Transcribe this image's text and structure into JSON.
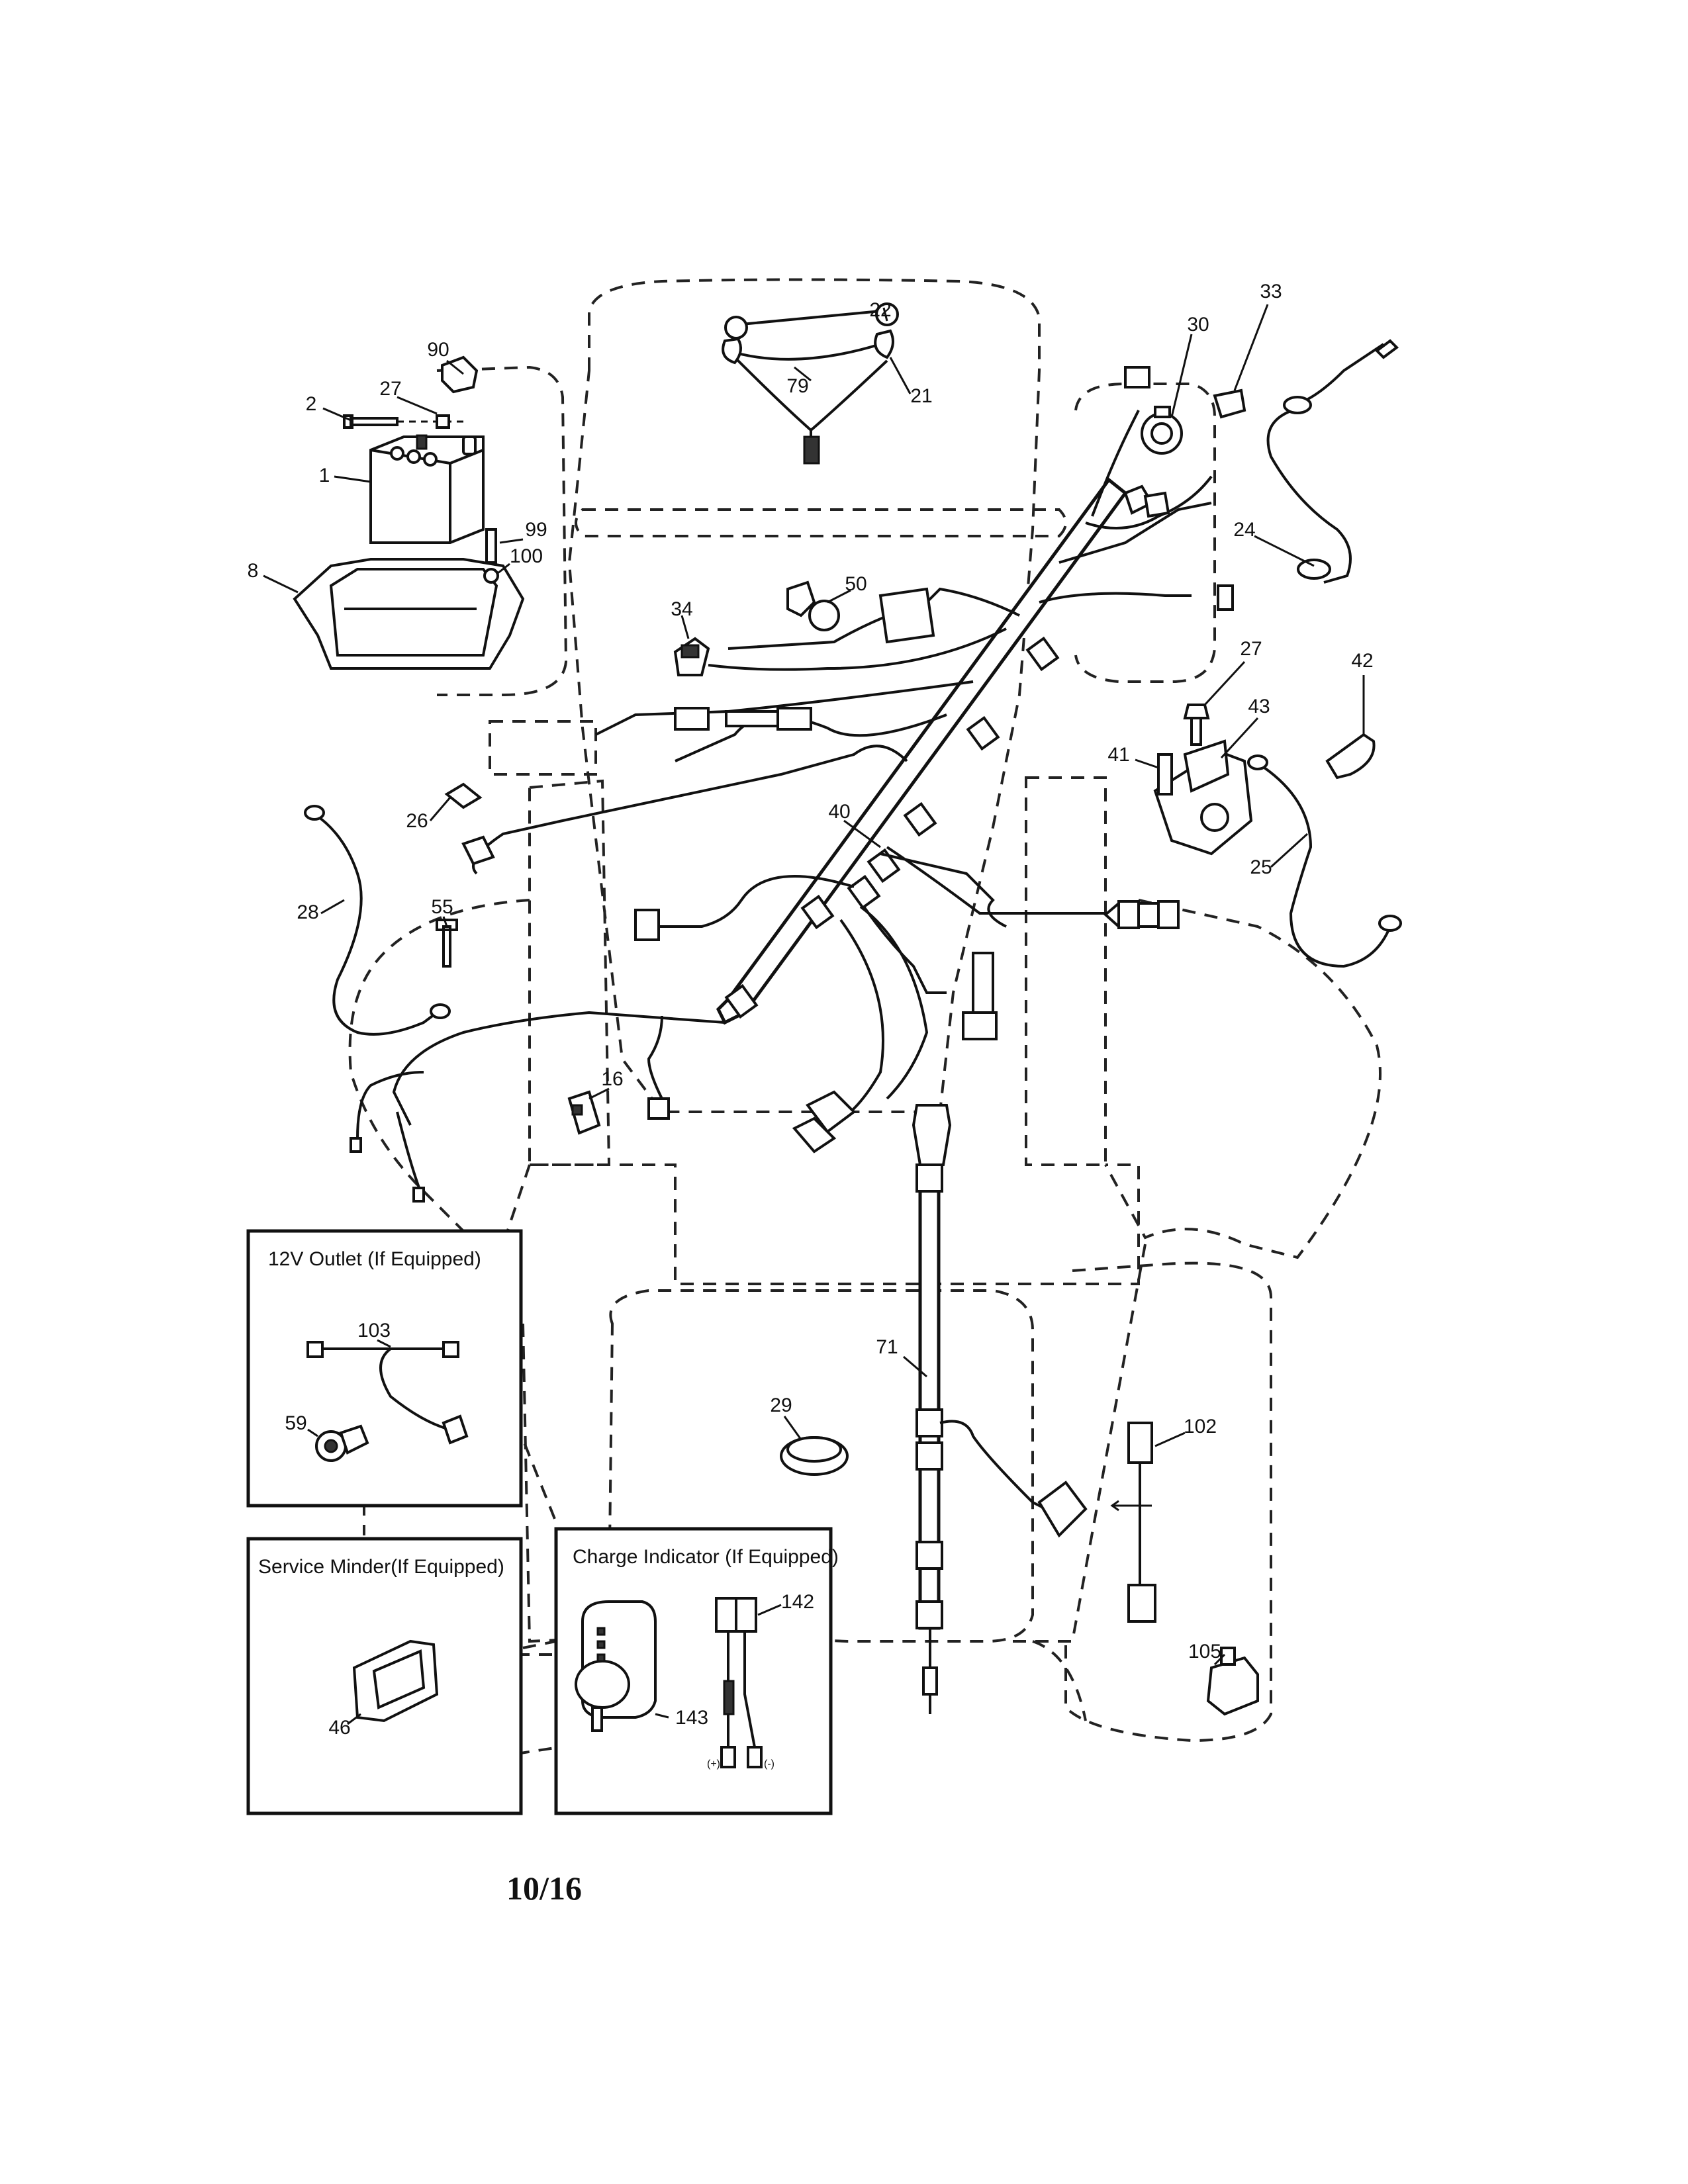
{
  "callouts": {
    "c90": "90",
    "c2": "2",
    "c27a": "27",
    "c1": "1",
    "c99": "99",
    "c100": "100",
    "c8": "8",
    "c22": "22",
    "c79": "79",
    "c21": "21",
    "c30": "30",
    "c33": "33",
    "c24": "24",
    "c50": "50",
    "c34": "34",
    "c27b": "27",
    "c42": "42",
    "c43": "43",
    "c41": "41",
    "c26": "26",
    "c40": "40",
    "c25": "25",
    "c28": "28",
    "c55": "55",
    "c16": "16",
    "c71": "71",
    "c29": "29",
    "c102": "102",
    "c105": "105",
    "c103": "103",
    "c59": "59",
    "c46": "46",
    "c142": "142",
    "c143": "143"
  },
  "insets": {
    "outlet": {
      "title": "12V Outlet (If Equipped)"
    },
    "service": {
      "title": "Service Minder(If Equipped)"
    },
    "charge": {
      "title": "Charge Indicator (If Equipped)",
      "plus": "(+)",
      "minus": "(-)"
    }
  },
  "page": {
    "number": "10/16"
  }
}
